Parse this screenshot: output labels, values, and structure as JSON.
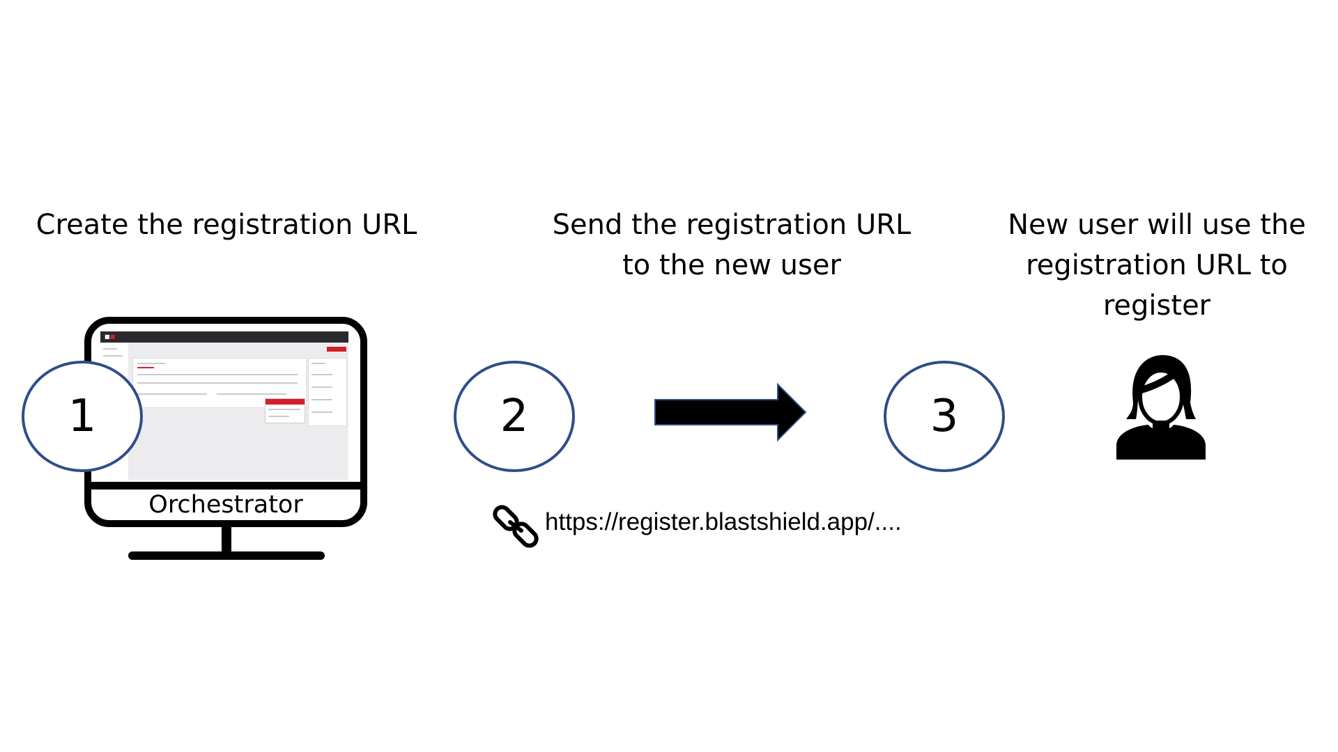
{
  "steps": [
    {
      "number": "1",
      "heading_lines": [
        "Create the registration URL"
      ]
    },
    {
      "number": "2",
      "heading_lines": [
        "Send the registration URL",
        "to the new user"
      ]
    },
    {
      "number": "3",
      "heading_lines": [
        "New user will use the",
        "registration URL to",
        "register"
      ]
    }
  ],
  "monitor": {
    "label": "Orchestrator"
  },
  "link": {
    "url": "https://register.blastshield.app/...."
  },
  "icons": {
    "monitor": "monitor-icon",
    "arrow": "arrow-right-icon",
    "link": "chain-link-icon",
    "user": "female-user-icon"
  },
  "colors": {
    "circle_border": "#2f4d8a",
    "ink": "#000000",
    "accent_red": "#d21f2a"
  }
}
